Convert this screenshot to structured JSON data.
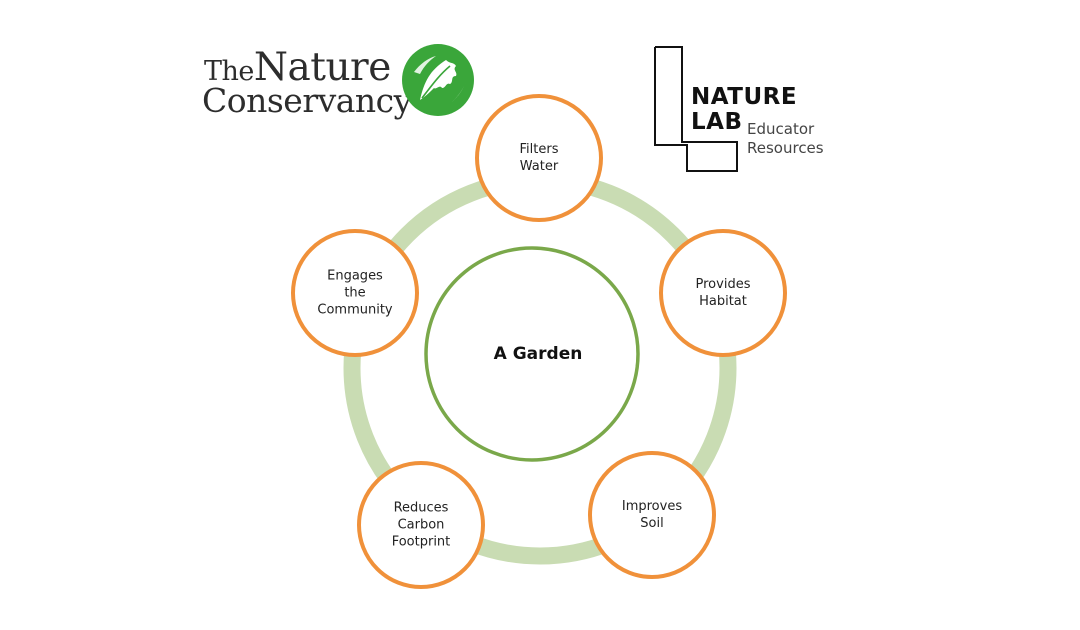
{
  "logos": {
    "tnc": {
      "the": "The",
      "nature": "Nature",
      "conservancy": "Conservancy",
      "leaf_color": "#3aa63a"
    },
    "nature_lab": {
      "title_line1": "NATURE",
      "title_line2": "LAB",
      "subtitle_line1": "Educator",
      "subtitle_line2": "Resources"
    }
  },
  "diagram": {
    "center": {
      "label": "A Garden",
      "border_color": "#7aa84a"
    },
    "ring_color": "#c9dcb3",
    "node_border_color": "#f0913a",
    "nodes": [
      {
        "id": "filters-water",
        "lines": [
          "Filters",
          "Water"
        ]
      },
      {
        "id": "provides-habitat",
        "lines": [
          "Provides",
          "Habitat"
        ]
      },
      {
        "id": "improves-soil",
        "lines": [
          "Improves",
          "Soil"
        ]
      },
      {
        "id": "reduces-carbon-footprint",
        "lines": [
          "Reduces",
          "Carbon",
          "Footprint"
        ]
      },
      {
        "id": "engages-the-community",
        "lines": [
          "Engages",
          "the",
          "Community"
        ]
      }
    ]
  }
}
